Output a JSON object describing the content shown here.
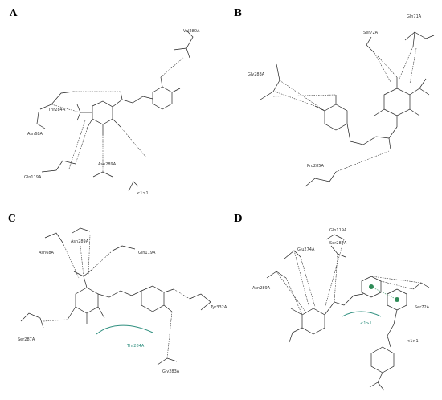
{
  "panels": [
    {
      "letter": "A",
      "residues": [
        "Val280A",
        "Thr284A",
        "Asn68A",
        "Gln119A",
        "Asn289A",
        "<1>1"
      ]
    },
    {
      "letter": "B",
      "residues": [
        "Ser72A",
        "Gln71A",
        "Gly283A",
        "Pro285A"
      ]
    },
    {
      "letter": "C",
      "residues": [
        "Asn68A",
        "Asn289A",
        "Gln119A",
        "Tyr332A",
        "Ser287A",
        "Thr284A",
        "Gly283A"
      ]
    },
    {
      "letter": "D",
      "residues": [
        "Gln119A",
        "Ser287A",
        "Glu274A",
        "Asn289A",
        "Ser72A",
        "<1>1",
        "<1>1"
      ]
    }
  ],
  "colors": {
    "oxygen": "#c0392b",
    "nitrogen": "#2233cc",
    "hydrophobic_contact": "#2f8f7f",
    "pi_interaction": "#2e8b57"
  }
}
